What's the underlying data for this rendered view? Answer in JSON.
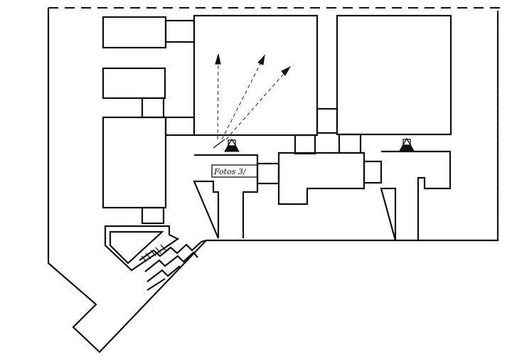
{
  "diagram": {
    "kind": "architectural floor plan sketch",
    "photo_label": "Fotos 3/",
    "ink_color": "#111111",
    "paper_color": "#ffffff",
    "photo_view_arrows": 3
  }
}
